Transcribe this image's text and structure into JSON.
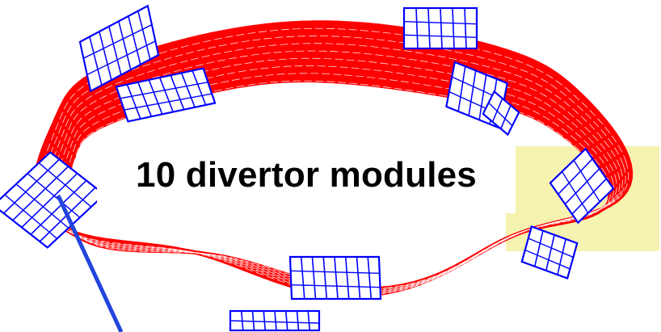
{
  "caption": {
    "text": "10 divertor modules"
  },
  "colors": {
    "background": "#ffffff",
    "plasma_surface": "#ff0000",
    "module_wireframe": "#0000ff",
    "pointer_arrow": "#2244dd",
    "highlight_patch": "#f6f2b0",
    "caption_background": "#ffffff",
    "caption_text": "#000000"
  },
  "diagram": {
    "plasma_surface_name": "plasma-boundary-torus",
    "module_count": 10
  }
}
